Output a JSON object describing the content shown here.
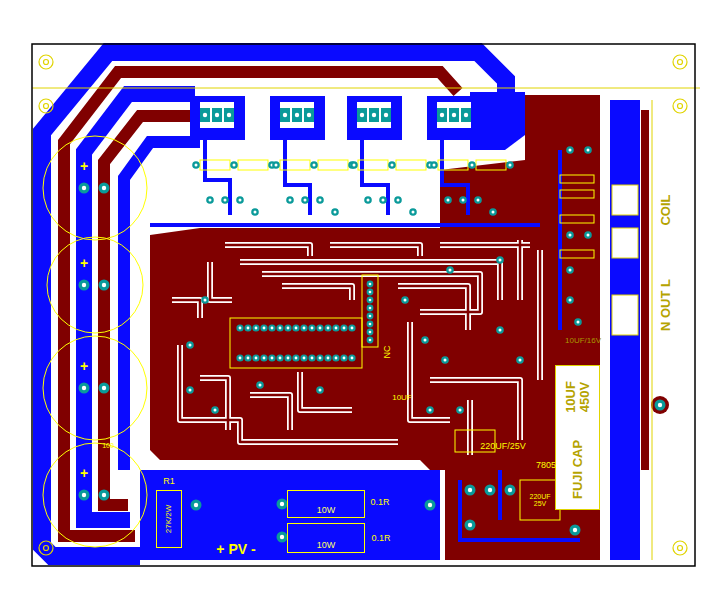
{
  "diagram": {
    "nodes": [
      {
        "text": [
          "10UF 450V",
          "FUJI CAP"
        ]
      },
      {
        "text": [
          "27K/2W",
          "R1"
        ]
      },
      {
        "text": [
          "10W"
        ]
      },
      {
        "text": [
          "10W"
        ]
      }
    ],
    "labels": [
      "COIL",
      "N OUT L",
      "10UF/16V",
      "NC",
      "10UF",
      "220UF/25V",
      "7805",
      "220UF 25V",
      "0.1R",
      "0.1R",
      "+ PV -",
      "+",
      "+",
      "+",
      "+",
      "100"
    ]
  }
}
